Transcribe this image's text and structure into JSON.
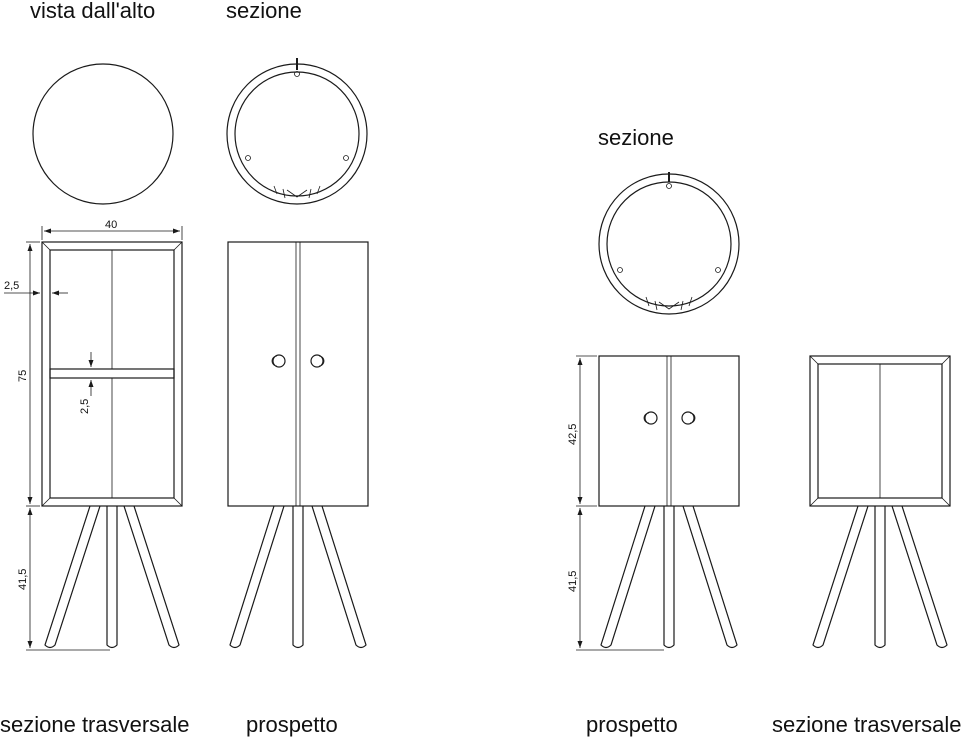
{
  "labels": {
    "top_view": "vista dall'alto",
    "section_left": "sezione",
    "section_right": "sezione",
    "cross_section_left": "sezione trasversale",
    "elevation_left": "prospetto",
    "elevation_right": "prospetto",
    "cross_section_right": "sezione trasversale"
  },
  "dimensions": {
    "width": "40",
    "wall_thickness": "2,5",
    "shelf_thickness": "2,5",
    "body_height_tall": "75",
    "legs_height_tall": "41,5",
    "body_height_short": "42,5",
    "legs_height_short": "41,5"
  },
  "colors": {
    "line": "#1a1a1a",
    "background": "#ffffff"
  }
}
